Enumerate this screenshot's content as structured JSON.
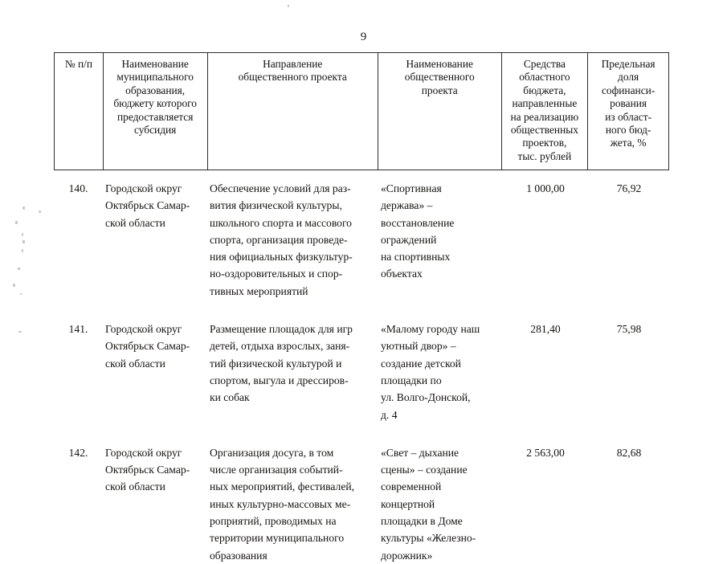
{
  "page": {
    "number": "9"
  },
  "table": {
    "headers": [
      {
        "id": "col-number",
        "lines": [
          "№ п/п"
        ]
      },
      {
        "id": "col-municipality",
        "lines": [
          "Наименование",
          "муниципального",
          "образования,",
          "бюджету которого",
          "предоставляется",
          "субсидия"
        ]
      },
      {
        "id": "col-direction",
        "lines": [
          "Направление",
          "общественного проекта"
        ]
      },
      {
        "id": "col-project-name",
        "lines": [
          "Наименование",
          "общественного",
          "проекта"
        ]
      },
      {
        "id": "col-regional-funds",
        "lines": [
          "Средства",
          "областного",
          "бюджета,",
          "направленные",
          "на реализацию",
          "общественных",
          "проектов,",
          "тыс. рублей"
        ]
      },
      {
        "id": "col-max-share",
        "lines": [
          "Предельная",
          "доля",
          "софинанси-",
          "рования",
          "из област-",
          "ного бюд-",
          "жета, %"
        ]
      }
    ],
    "rows": [
      {
        "id": "row-140",
        "number": "140.",
        "municipality": [
          "Городской округ",
          "Октябрьск Самар-",
          "ской области"
        ],
        "direction": [
          "Обеспечение условий для раз-",
          "вития физической культуры,",
          "школьного спорта и массового",
          "спорта, организация проведе-",
          "ния официальных физкультур-",
          "но-оздоровительных и спор-",
          "тивных мероприятий"
        ],
        "project": [
          "«Спортивная",
          "держава» –",
          "восстановление",
          "ограждений",
          "на спортивных",
          "объектах"
        ],
        "funds": "1 000,00",
        "share": "76,92"
      },
      {
        "id": "row-141",
        "number": "141.",
        "municipality": [
          "Городской округ",
          "Октябрьск Самар-",
          "ской области"
        ],
        "direction": [
          "Размещение площадок для игр",
          "детей, отдыха взрослых, заня-",
          "тий физической культурой и",
          "спортом, выгула и дрессиров-",
          "ки собак"
        ],
        "project": [
          "«Малому городу наш",
          "уютный двор» –",
          "создание детской",
          "площадки по",
          "ул. Волго-Донской,",
          "д. 4"
        ],
        "funds": "281,40",
        "share": "75,98"
      },
      {
        "id": "row-142",
        "number": "142.",
        "municipality": [
          "Городской округ",
          "Октябрьск Самар-",
          "ской области"
        ],
        "direction": [
          "Организация досуга, в том",
          "числе организация событий-",
          "ных мероприятий, фестивалей,",
          "иных культурно-массовых ме-",
          "роприятий, проводимых на",
          "территории муниципального",
          "образования"
        ],
        "project": [
          "«Свет – дыхание",
          "сцены» – создание",
          "современной",
          "концертной",
          "площадки в Доме",
          "культуры «Железно-",
          "дорожник»"
        ],
        "funds": "2 563,00",
        "share": "82,68"
      }
    ]
  }
}
